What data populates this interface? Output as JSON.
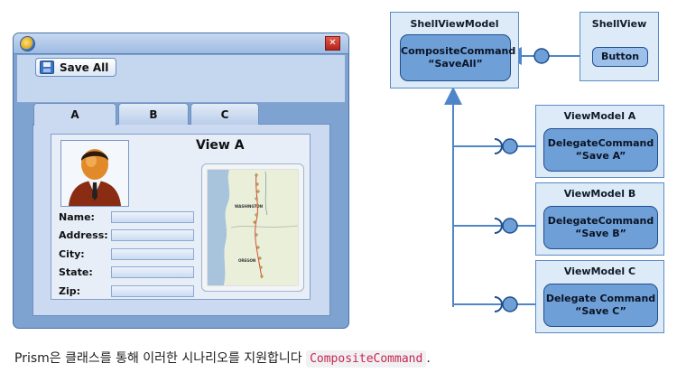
{
  "window": {
    "toolbar": {
      "save_all_label": "Save All"
    },
    "tabs": [
      {
        "label": "A"
      },
      {
        "label": "B"
      },
      {
        "label": "C"
      }
    ],
    "view": {
      "title": "View A",
      "fields": [
        {
          "label": "Name:"
        },
        {
          "label": "Address:"
        },
        {
          "label": "City:"
        },
        {
          "label": "State:"
        },
        {
          "label": "Zip:"
        }
      ],
      "map_labels": {
        "state_1": "WASHINGTON",
        "state_2": "OREGON"
      }
    }
  },
  "diagram": {
    "shell_view_model": {
      "title": "ShellViewModel",
      "command_line1": "CompositeCommand",
      "command_line2": "“SaveAll”"
    },
    "shell_view": {
      "title": "ShellView",
      "button_label": "Button"
    },
    "view_models": [
      {
        "title": "ViewModel A",
        "command_line1": "DelegateCommand",
        "command_line2": "“Save A”"
      },
      {
        "title": "ViewModel B",
        "command_line1": "DelegateCommand",
        "command_line2": "“Save B”"
      },
      {
        "title": "ViewModel C",
        "command_line1": "Delegate Command",
        "command_line2": "“Save C”"
      }
    ],
    "colors": {
      "box_fill": "#ddeaf7",
      "box_stroke": "#5a8cc5",
      "command_fill": "#6e9fd6",
      "wire": "#4f86c9"
    }
  },
  "caption": {
    "text": "Prism은 클래스를 통해 이러한 시나리오를 지원합니다 ",
    "code": "CompositeCommand",
    "suffix": "."
  }
}
